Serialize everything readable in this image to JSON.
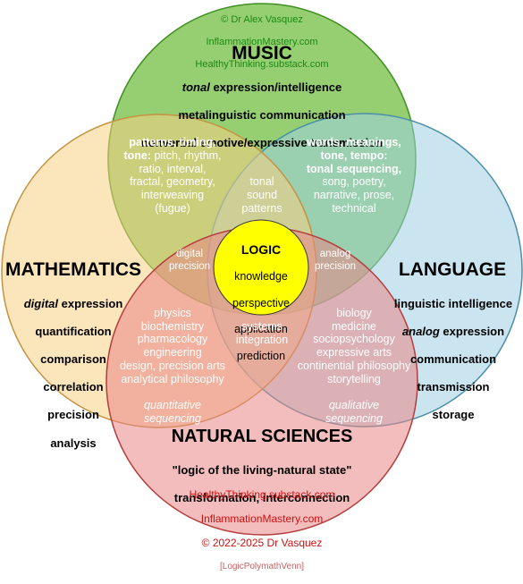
{
  "colors": {
    "music_fill": "#79c24a",
    "music_stroke": "#3f8f21",
    "language_fill": "#9fd0e3",
    "language_stroke": "#4b8ea8",
    "mathematics_fill": "#f7cf84",
    "mathematics_stroke": "#c39342",
    "sciences_fill": "#e98686",
    "sciences_stroke": "#b43d3d",
    "logic_fill": "#ffff00",
    "logic_stroke": "#333333",
    "credit_green": "#1a8a12",
    "credit_red": "#cc1111"
  },
  "credits_top": {
    "line1": "© Dr Alex Vasquez",
    "line2": "InflammationMastery.com",
    "line3": "HealthyThinking.substack.com"
  },
  "music": {
    "title": "MUSIC",
    "l1_em": "tonal",
    "l1_rest": " expression/intelligence",
    "l2": "metalinguistic communication",
    "l3": "nonverbal emotive/expressive transmission"
  },
  "music_math": {
    "bold": "patterns, timing,\ntone:",
    "rest": " pitch, rhythm,\nratio, interval,\nfractal, geometry,\ninterweaving\n(fugue)"
  },
  "music_language": {
    "bold": "words, meanings,\ntone, tempo:\ntonal sequencing,",
    "rest": "\nsong, poetry,\nnarrative, prose,\ntechnical"
  },
  "music_logic": {
    "text": "tonal\nsound\npatterns"
  },
  "mathematics": {
    "title": "MATHEMATICS",
    "l1_em": "digital",
    "l1_rest": " expression",
    "l2": "quantification",
    "l3": "comparison",
    "l4": "correlation",
    "l5": "precision",
    "l6": "analysis"
  },
  "language": {
    "title": "LANGUAGE",
    "l1": "linguistic intelligence",
    "l2_em": "analog",
    "l2_rest": " expression",
    "l3": "communication",
    "l4": "transmission",
    "l5": "storage"
  },
  "logic": {
    "title": "LOGIC",
    "l1": "knowledge",
    "l2": "perspective",
    "l3": "application",
    "l4": "prediction"
  },
  "math_logic": {
    "text": "digital\nprecision"
  },
  "language_logic": {
    "text": "analog\nprecision"
  },
  "sciences_logic": {
    "text": "systems\nintegration"
  },
  "math_sciences": {
    "text": "physics\nbiochemistry\npharmacology\nengineering\ndesign, precision arts\nanalytical philosophy",
    "em": "quantitative\nsequencing"
  },
  "language_sciences": {
    "text": "biology\nmedicine\nsociopsychology\nexpressive arts\ncontinential philosophy\nstorytelling",
    "em": "qualitative\nsequencing"
  },
  "sciences": {
    "title": "NATURAL SCIENCES",
    "l1": "\"logic of the living-natural state\"",
    "l2": "transformation, interconnection"
  },
  "credits_bottom": {
    "line1": "HealthyThinking.substack.com",
    "line2": "InflammationMastery.com",
    "line3": "© 2022-2025 Dr Vasquez",
    "tag": "[LogicPolymathVenn]"
  }
}
